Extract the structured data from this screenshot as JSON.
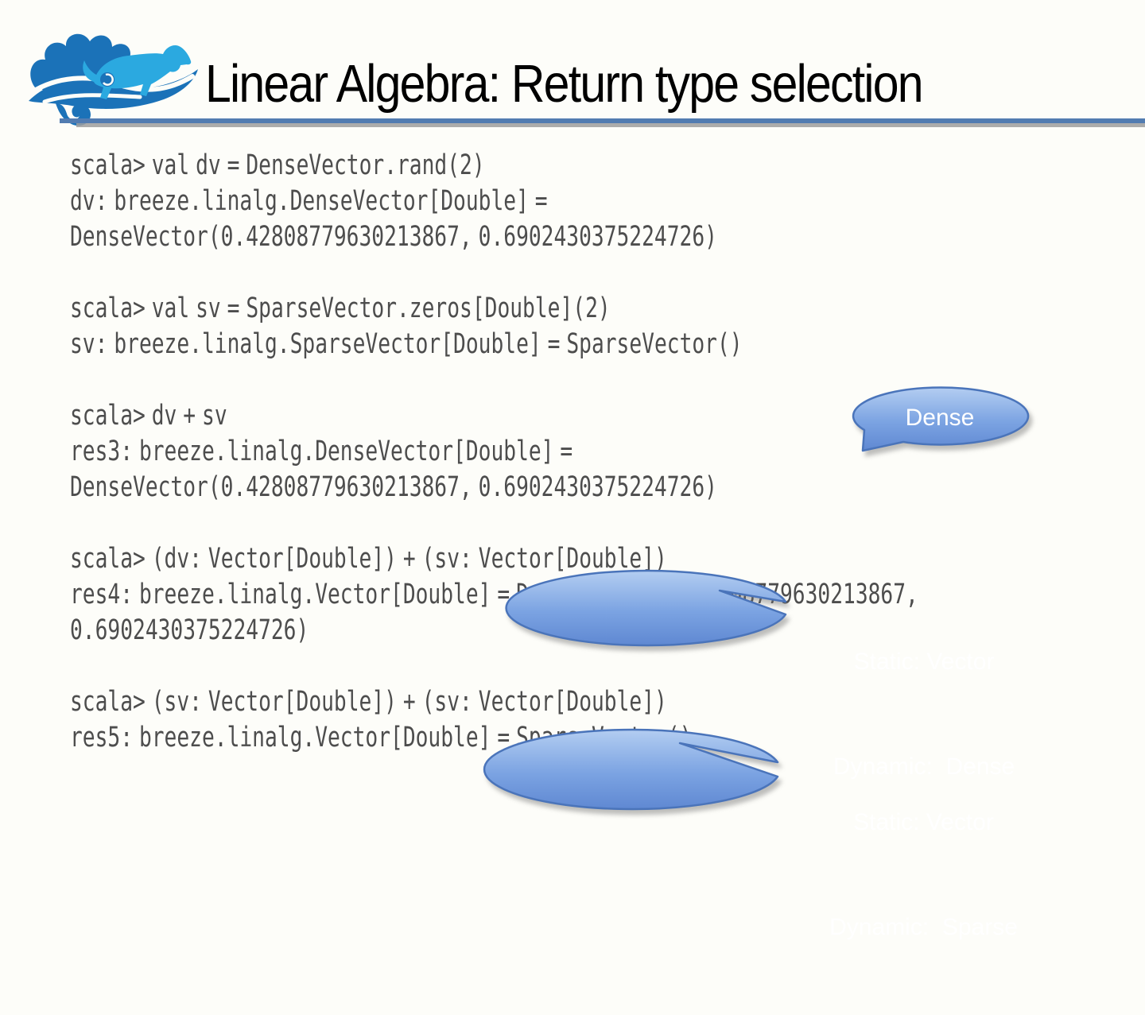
{
  "slide": {
    "title": "Linear Algebra: Return type selection",
    "background_color": "#fdfdf9",
    "rule_color": "#527cb1",
    "rule_shadow_color": "#9d9d9d",
    "logo_colors": {
      "wave_dark_blue": "#1b72b8",
      "dog_light_blue": "#2ba9e0"
    }
  },
  "code": {
    "text_color": "#4d4d4d",
    "lines": [
      "scala> val dv = DenseVector.rand(2)",
      "dv: breeze.linalg.DenseVector[Double] =",
      "DenseVector(0.42808779630213867, 0.6902430375224726)",
      "",
      "scala> val sv = SparseVector.zeros[Double](2)",
      "sv: breeze.linalg.SparseVector[Double] = SparseVector()",
      "",
      "scala> dv + sv",
      "res3: breeze.linalg.DenseVector[Double] =",
      "DenseVector(0.42808779630213867, 0.6902430375224726)",
      "",
      "scala> (dv: Vector[Double]) + (sv: Vector[Double])",
      "res4: breeze.linalg.Vector[Double] = DenseVector(0.42808779630213867,",
      "0.6902430375224726)",
      "",
      "scala> (sv: Vector[Double]) + (sv: Vector[Double])",
      "res5: breeze.linalg.Vector[Double] = SparseVector()"
    ]
  },
  "callouts": {
    "fill_top": "#b3cdf1",
    "fill_bottom": "#5f88d2",
    "border": "#4a74ba",
    "dense": {
      "label": "Dense"
    },
    "static_dense": {
      "line1": "Static: Vector",
      "line2": "Dynamic:  Dense"
    },
    "static_sparse": {
      "line1": "Static: Vector",
      "line2": "Dynamic:  Sparse"
    }
  }
}
